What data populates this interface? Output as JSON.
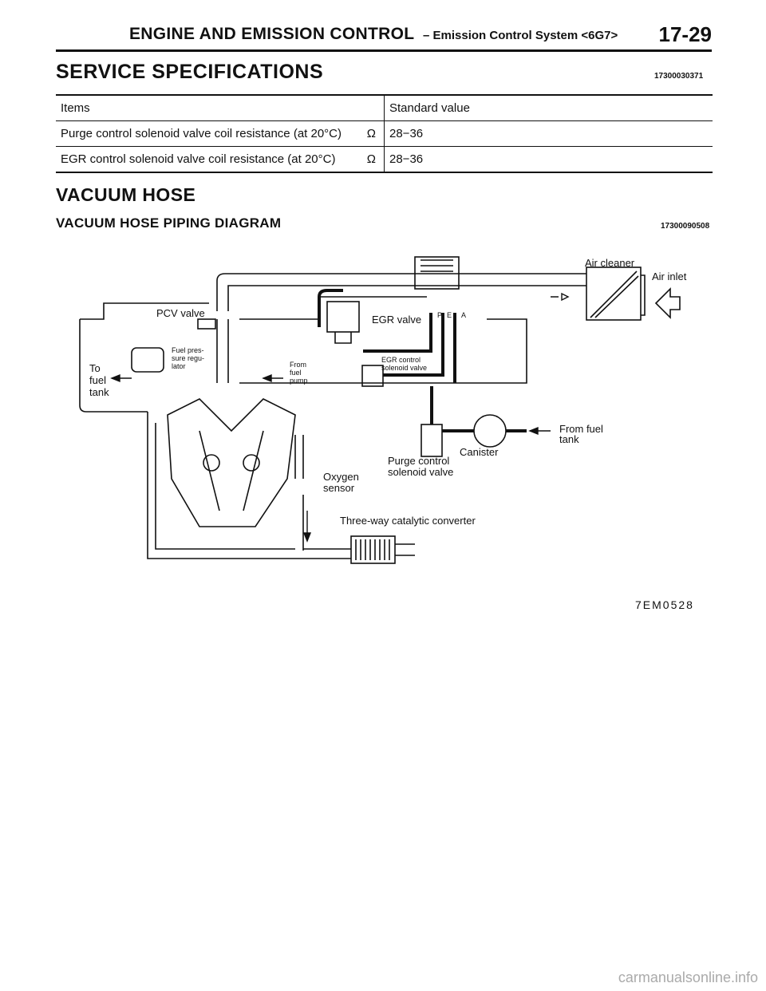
{
  "header": {
    "section_title": "ENGINE AND EMISSION CONTROL",
    "subsection": "–  Emission Control System <6G7>",
    "page_number": "17-29"
  },
  "service_specs": {
    "title": "SERVICE SPECIFICATIONS",
    "code": "17300030371",
    "columns": [
      "Items",
      "Standard value"
    ],
    "rows": [
      {
        "item": "Purge control solenoid valve coil resistance (at 20°C)",
        "unit": "Ω",
        "value": "28−36"
      },
      {
        "item": "EGR control solenoid valve coil resistance (at 20°C)",
        "unit": "Ω",
        "value": "28−36"
      }
    ]
  },
  "vacuum_hose": {
    "title": "VACUUM HOSE",
    "subtitle": "VACUUM HOSE PIPING DIAGRAM",
    "code": "17300090508"
  },
  "diagram": {
    "labels": {
      "air_cleaner": "Air cleaner",
      "air_inlet": "Air  inlet",
      "pcv_valve": "PCV valve",
      "egr_valve": "EGR valve",
      "port_p": "P",
      "port_e": "E",
      "port_a": "A",
      "fuel_pressure_regulator": [
        "Fuel pres-",
        "sure regu-",
        "lator"
      ],
      "to_fuel_tank": [
        "To",
        "fuel",
        "tank"
      ],
      "from_fuel_pump": [
        "From",
        "fuel",
        "pump"
      ],
      "egr_control_solenoid": [
        "EGR control",
        "solenoid valve"
      ],
      "from_fuel_tank": [
        "From  fuel",
        "tank"
      ],
      "canister": "Canister",
      "purge_control_solenoid": [
        "Purge control",
        "solenoid valve"
      ],
      "oxygen_sensor": [
        "Oxygen",
        "sensor"
      ],
      "catalytic_converter": "Three-way   catalytic  converter",
      "figure_code": "7EM0528"
    }
  },
  "watermark": "carmanualsonline.info"
}
